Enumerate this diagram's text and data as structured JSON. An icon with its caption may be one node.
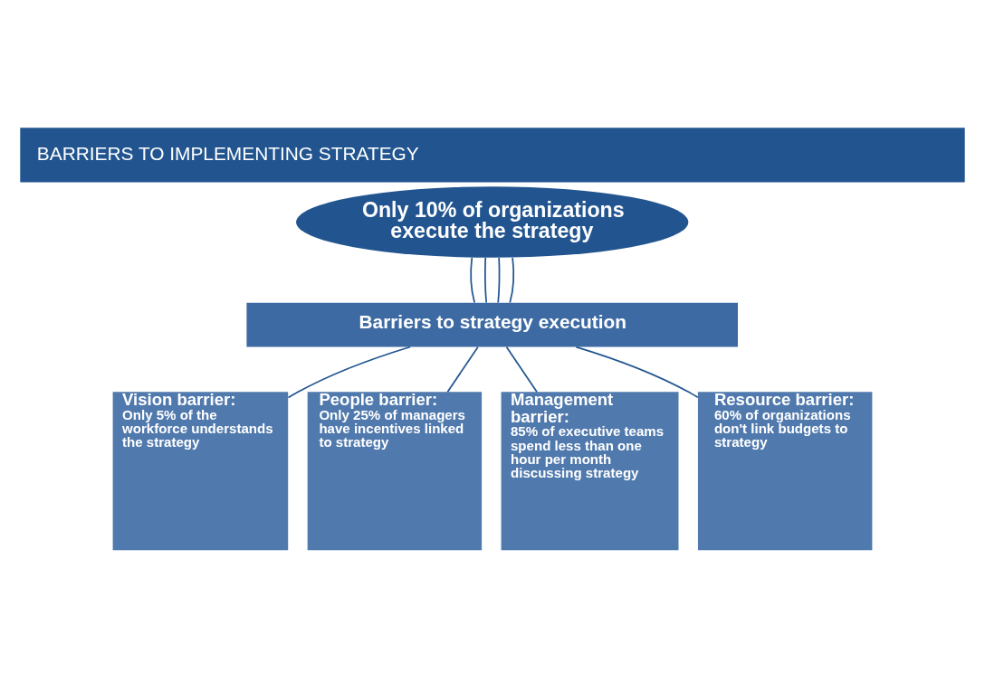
{
  "diagram": {
    "title": "BARRIERS TO IMPLEMENTING STRATEGY",
    "nodes": [
      {
        "text": [
          "Only 10% of organizations execute the strategy"
        ]
      },
      {
        "text": [
          "Barriers to strategy execution"
        ]
      },
      {
        "text": [
          "Vision barrier:",
          "Only 5% of the workforce understands the strategy"
        ]
      },
      {
        "text": [
          "People barrier:",
          "Only 25% of managers have incentives linked to strategy"
        ]
      },
      {
        "text": [
          "Management barrier:",
          "85% of executive teams spend less than one hour per month discussing strategy"
        ]
      },
      {
        "text": [
          "Resource barrier:",
          "60% of organizations don't link budgets to strategy"
        ]
      }
    ],
    "edges": [
      {
        "from": 0,
        "to": 1,
        "arrow": "none"
      },
      {
        "from": 0,
        "to": 1,
        "arrow": "none"
      },
      {
        "from": 0,
        "to": 1,
        "arrow": "none"
      },
      {
        "from": 0,
        "to": 1,
        "arrow": "none"
      },
      {
        "from": 1,
        "to": 2,
        "arrow": "none"
      },
      {
        "from": 1,
        "to": 3,
        "arrow": "none"
      },
      {
        "from": 1,
        "to": 4,
        "arrow": "none"
      },
      {
        "from": 1,
        "to": 5,
        "arrow": "none"
      }
    ]
  }
}
